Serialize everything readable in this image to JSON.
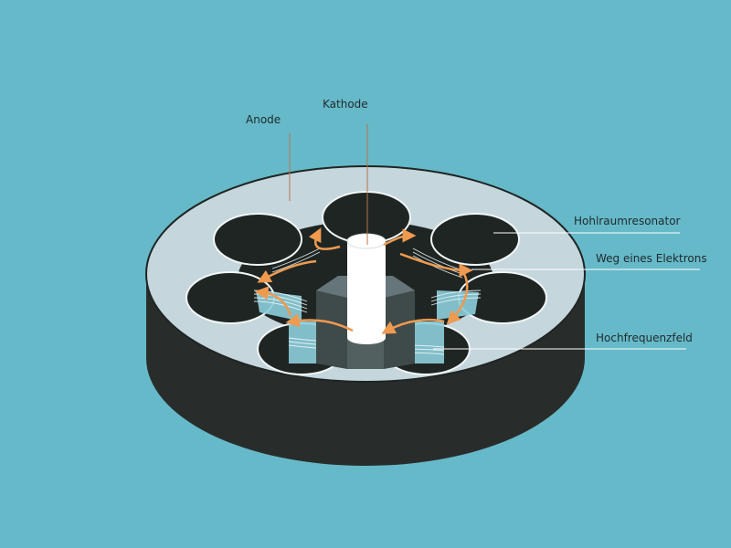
{
  "labels": {
    "anode": "Anode",
    "kathode": "Kathode",
    "hohlraumresonator": "Hohlraumresonator",
    "weg_eines_elektrons": "Weg eines Elektrons",
    "hochfrequenzfeld": "Hochfrequenzfeld"
  },
  "colors": {
    "background": "#66b9c9",
    "anode_top": "#c5d6dd",
    "anode_side": "#282d2b",
    "cavity": "#1f2523",
    "cathode": "#ffffff",
    "electron_path": "#ef9a4f",
    "field": "#8ccfdc",
    "leader_line": "#b8744a"
  }
}
